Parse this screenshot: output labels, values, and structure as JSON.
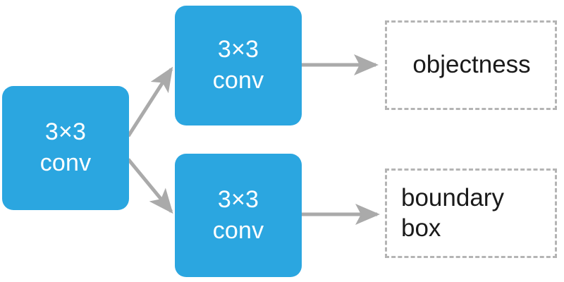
{
  "diagram": {
    "title": "detection head branch diagram",
    "colors": {
      "block_fill": "#2ba6e0",
      "block_text": "#ffffff",
      "arrow": "#aaaaaa",
      "dashed_border": "#b4b4b4",
      "output_text": "#1a1a1a",
      "background": "#ffffff"
    },
    "blocks": [
      {
        "id": "trunk",
        "label_line1": "3×3",
        "label_line2": "conv",
        "shape": "rounded-rect",
        "fill": "#2ba6e0"
      },
      {
        "id": "branch-top",
        "label_line1": "3×3",
        "label_line2": "conv",
        "shape": "rounded-rect",
        "fill": "#2ba6e0"
      },
      {
        "id": "branch-bottom",
        "label_line1": "3×3",
        "label_line2": "conv",
        "shape": "rounded-rect",
        "fill": "#2ba6e0"
      }
    ],
    "outputs": [
      {
        "id": "objectness",
        "label_line1": "objectness",
        "label_line2": "",
        "shape": "dashed-rect"
      },
      {
        "id": "boundary-box",
        "label_line1": "boundary",
        "label_line2": "box",
        "shape": "dashed-rect"
      }
    ],
    "arrows": [
      {
        "id": "trunk-to-top",
        "from": "trunk",
        "to": "branch-top",
        "style": "diagonal-up"
      },
      {
        "id": "trunk-to-bottom",
        "from": "trunk",
        "to": "branch-bottom",
        "style": "diagonal-down"
      },
      {
        "id": "top-to-objectness",
        "from": "branch-top",
        "to": "objectness",
        "style": "horizontal"
      },
      {
        "id": "bottom-to-boundary",
        "from": "branch-bottom",
        "to": "boundary-box",
        "style": "horizontal"
      }
    ]
  }
}
